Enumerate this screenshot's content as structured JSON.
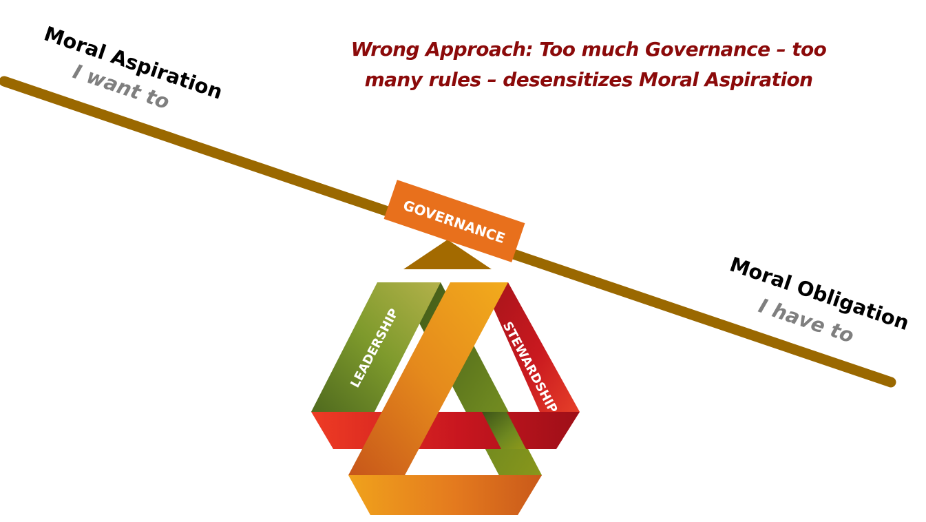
{
  "title": {
    "line1": "Wrong Approach: Too much Governance – too",
    "line2": "many rules – desensitizes Moral Aspiration"
  },
  "left_end": {
    "heading": "Moral Aspiration",
    "subheading": "I want to"
  },
  "right_end": {
    "heading": "Moral Obligation",
    "subheading": "I have to"
  },
  "weight_block": {
    "label": "GOVERNANCE"
  },
  "pillars": {
    "left": "LEADERSHIP",
    "right": "STEWARDSHIP"
  },
  "colors": {
    "beam": "#9a6800",
    "fulcrum": "#a36a00",
    "weight_block": "#e8701c",
    "title_text": "#8b0a0a",
    "heading_text": "#000000",
    "subheading_text": "#7f7f7f",
    "ribbon_green": "#6f8a1e",
    "ribbon_red": "#c8191e",
    "ribbon_orange": "#ee9b1a"
  }
}
